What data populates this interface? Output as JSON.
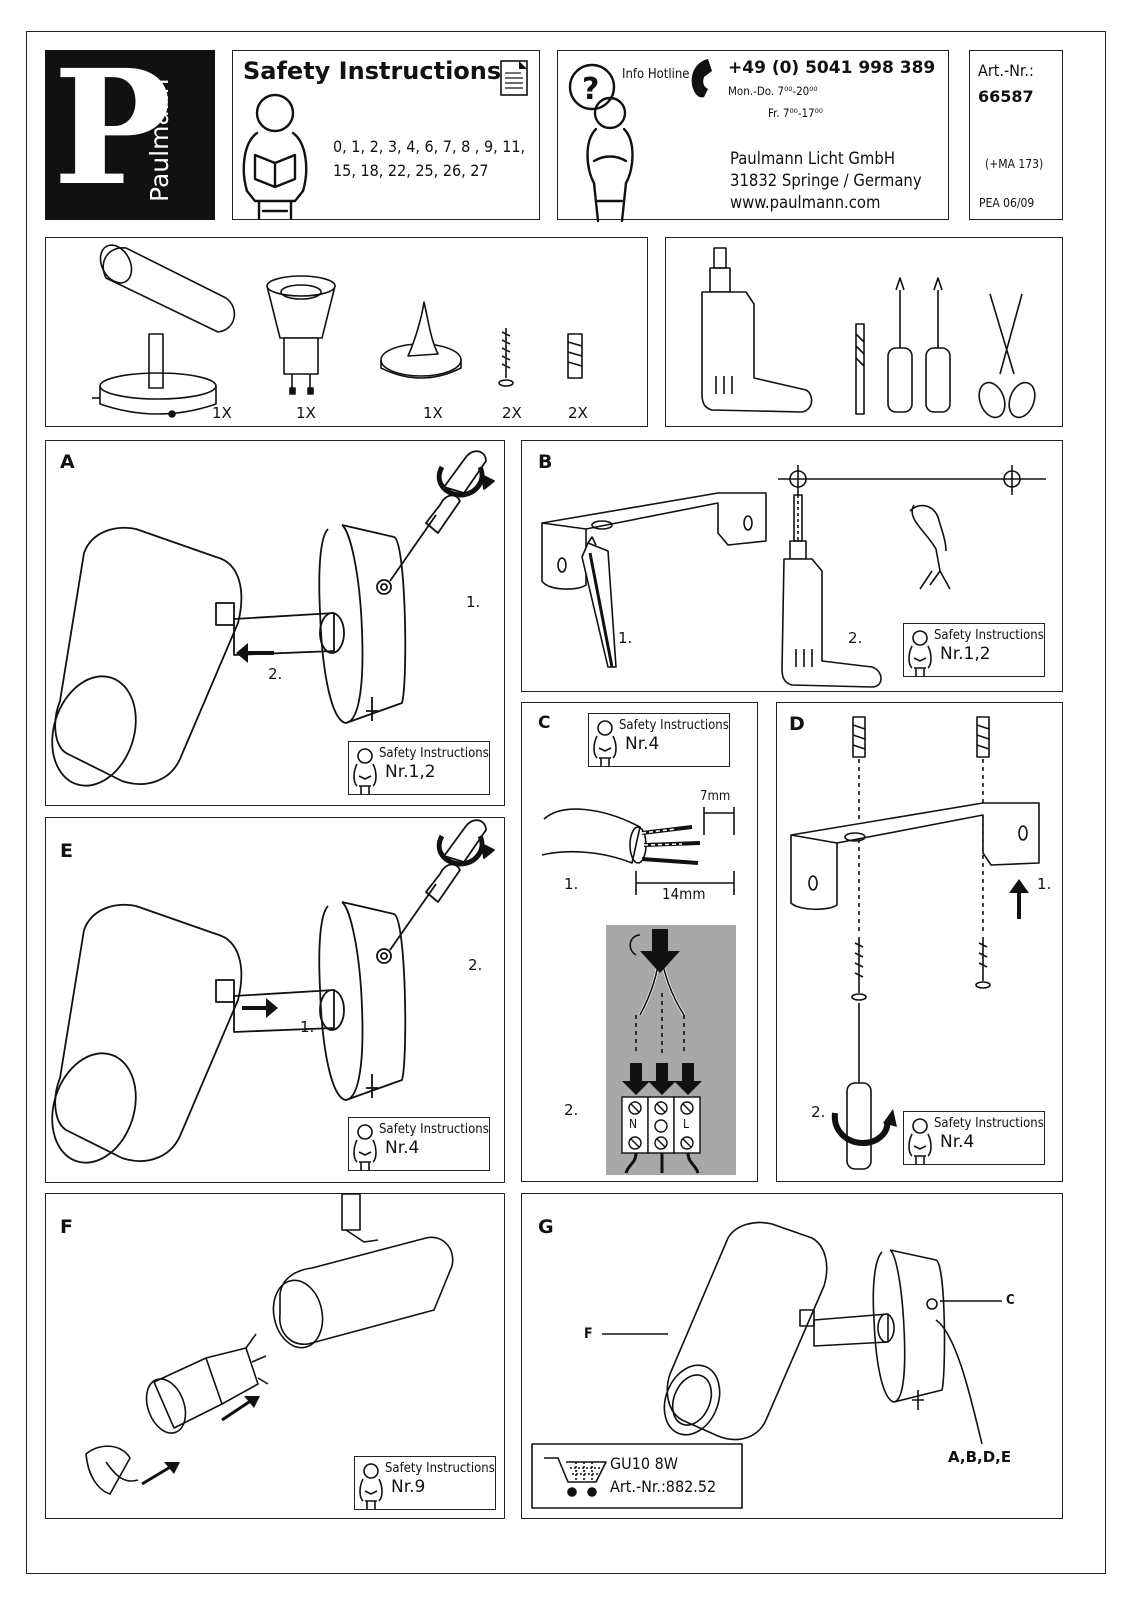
{
  "brand": {
    "letter": "P",
    "name": "Paulmann"
  },
  "safety_header": {
    "title": "Safety Instructions",
    "numbers_line1": "0, 1, 2, 3, 4, 6, 7, 8 , 9, 11,",
    "numbers_line2": "15, 18, 22, 25, 26, 27"
  },
  "hotline": {
    "label": "Info Hotline",
    "phone": "+49 (0) 5041 998 389",
    "hours_1": "Mon.-Do. 7⁰⁰-20⁰⁰",
    "hours_2": "Fr.  7⁰⁰-17⁰⁰",
    "company": "Paulmann Licht GmbH",
    "address": "31832 Springe / Germany",
    "website": "www.paulmann.com"
  },
  "article": {
    "label": "Art.-Nr.:",
    "number": "66587",
    "ma": "(+MA 173)",
    "pea": "PEA 06/09"
  },
  "parts": {
    "q1": "1X",
    "q2": "1X",
    "q3": "1X",
    "q4": "2X",
    "q5": "2X"
  },
  "panels": {
    "a": {
      "letter": "A",
      "step1": "1.",
      "step2": "2.",
      "si_title": "Safety Instructions",
      "si_nr": "Nr.1,2"
    },
    "b": {
      "letter": "B",
      "step1": "1.",
      "step2": "2.",
      "si_title": "Safety Instructions",
      "si_nr": "Nr.1,2"
    },
    "c": {
      "letter": "C",
      "si_title": "Safety Instructions",
      "si_nr": "Nr.4",
      "dim_7": "7mm",
      "dim_14": "14mm",
      "step1": "1.",
      "step2": "2.",
      "term_n": "N",
      "term_l": "L"
    },
    "d": {
      "letter": "D",
      "step1": "1.",
      "step2": "2.",
      "si_title": "Safety Instructions",
      "si_nr": "Nr.4"
    },
    "e": {
      "letter": "E",
      "step1": "1.",
      "step2": "2.",
      "si_title": "Safety Instructions",
      "si_nr": "Nr.4"
    },
    "f": {
      "letter": "F",
      "si_title": "Safety Instructions",
      "si_nr": "Nr.9"
    },
    "g": {
      "letter": "G",
      "callout_c": "C",
      "callout_f": "F",
      "callout_abde": "A,B,D,E",
      "lamp_type": "GU10 8W",
      "lamp_art": "Art.-Nr.:882.52"
    }
  }
}
